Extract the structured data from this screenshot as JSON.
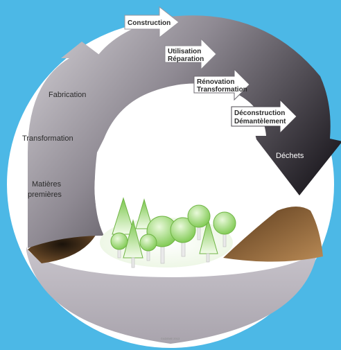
{
  "diagram": {
    "colors": {
      "background": "#4cb8e6",
      "disc": "#ffffff",
      "loop_light": "#c9c6cc",
      "loop_dark": "#1f1c22",
      "ground": "#b9b4bc",
      "tree_green": "#8fd46a",
      "mound": "#7a5430"
    },
    "left_stages": [
      {
        "id": "matieres",
        "line1": "Matières",
        "line2": "premières"
      },
      {
        "id": "transformation",
        "text": "Transformation"
      },
      {
        "id": "fabrication",
        "text": "Fabrication"
      }
    ],
    "steps": [
      {
        "id": "construction",
        "line1": "Construction",
        "line2": ""
      },
      {
        "id": "utilisation",
        "line1": "Utilisation",
        "line2": "Réparation"
      },
      {
        "id": "renovation",
        "line1": "Rénovation",
        "line2": "Transformation"
      },
      {
        "id": "deconstruction",
        "line1": "Déconstruction",
        "line2": "Démantèlement"
      }
    ],
    "end_stage": "Déchets",
    "credit": "©ADEME 2013"
  }
}
